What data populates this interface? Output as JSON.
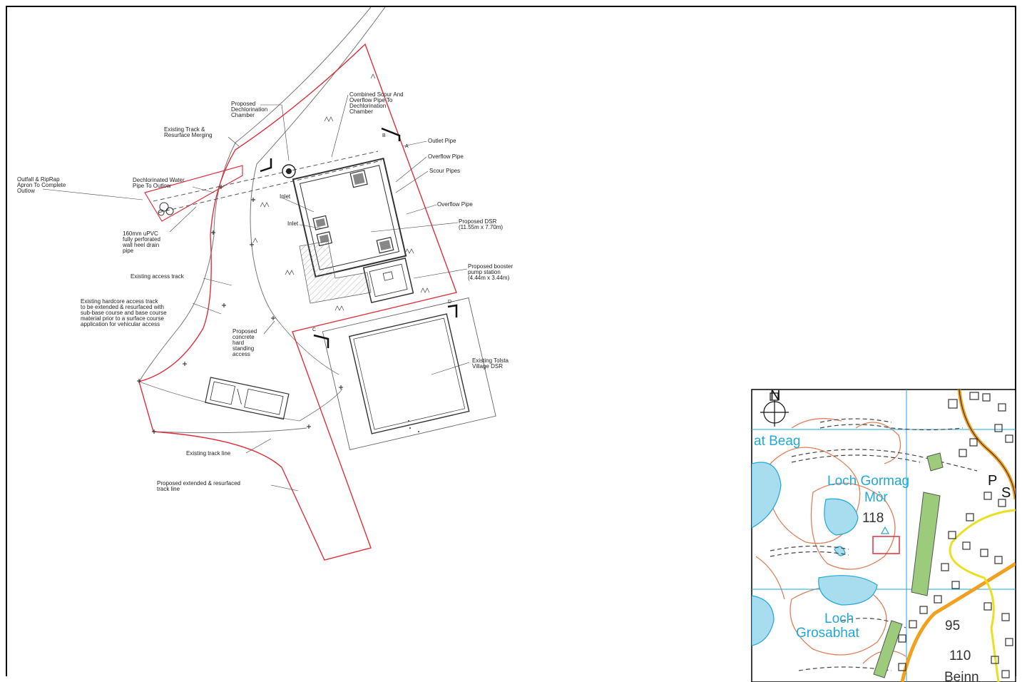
{
  "labels": {
    "prop_dechlor_chamber": [
      "Proposed",
      "Dechlorination",
      "Chamber"
    ],
    "combined_scour": [
      "Combined Scour And",
      "Overflow Pipe To",
      "Dechlorination",
      "Chamber"
    ],
    "existing_track_merging": [
      "Existing Track &",
      "Resurface Merging"
    ],
    "outlet_pipe": "Outlet Pipe",
    "overflow_pipe_1": "Overflow Pipe",
    "scour_pipes": "Scour Pipes",
    "outfall": [
      "Outfall & RipRap",
      "Apron To Complete",
      "Outlow"
    ],
    "dechlor_water": [
      "Dechlorinated Water",
      "Pipe To Outlow"
    ],
    "inlet_1": "Inlet",
    "inlet_2": "Inlet",
    "overflow_pipe_2": "Overflow Pipe",
    "proposed_dsr": [
      "Proposed DSR",
      "(11.55m x 7.70m)"
    ],
    "pvc_pipe": [
      "160mm uPVC",
      "fully perforated",
      "wall heel drain",
      "pipe"
    ],
    "existing_access_track": "Existing access track",
    "booster_pump": [
      "Proposed booster",
      "pump station",
      "(4.44m x 3.44m)"
    ],
    "hardcore_track": [
      "Existing hardcore access track",
      "to be extended & resurfaced with",
      "sub-base course and base course",
      "material prior to a surface course",
      "application for vehicular access"
    ],
    "concrete_hardstanding": [
      "Proposed",
      "concrete",
      "hard",
      "standing",
      "access"
    ],
    "existing_dsr": [
      "Existing Tolsta",
      "Village DSR"
    ],
    "existing_track_line": "Existing track line",
    "proposed_track_line": [
      "Proposed extended & resurfaced",
      "track line"
    ],
    "section_a": "A",
    "section_b": "B",
    "section_c": "C",
    "section_d": "D"
  },
  "location_map": {
    "north_symbol": "north-arrow-icon",
    "place_names": {
      "beag": "at Beag",
      "loch_gormag": "Loch Gormag",
      "mor": "Mòr",
      "loch": "Loch",
      "grosabhat": "Grosabhat",
      "p_letter": "P",
      "s_letter": "S",
      "beinn": "Beinn"
    },
    "spot_heights": [
      "118",
      "95",
      "110"
    ]
  },
  "colors": {
    "boundary_red": "#e0303c",
    "water_blue": "#22a8d8",
    "contour_orange": "#e0805a",
    "road_orange": "#f2a020",
    "road_yellow": "#e8e020",
    "woodland_green": "#9ccb7c"
  }
}
